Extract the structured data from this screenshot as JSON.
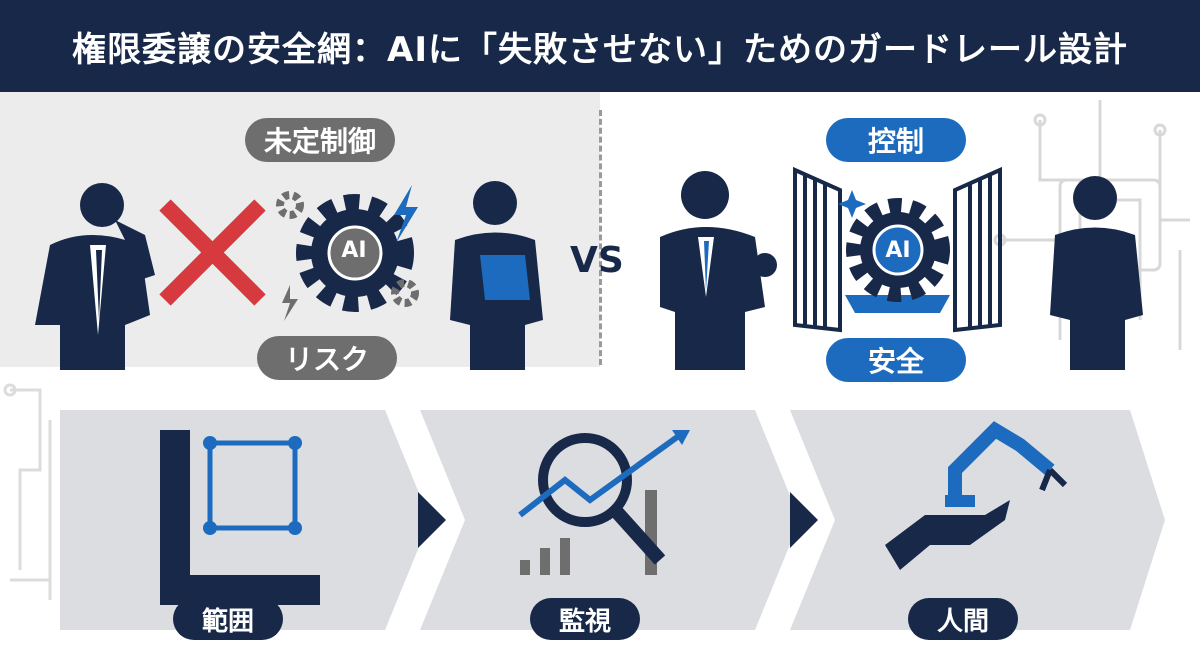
{
  "header": {
    "title": "権限委譲の安全網：AIに「失敗させない」ためのガードレール設計"
  },
  "comparison": {
    "left": {
      "top_label": "未定制御",
      "bottom_label": "リスク",
      "gear_label": "AI"
    },
    "vs_label": "VS",
    "right": {
      "top_label": "控制",
      "bottom_label": "安全",
      "gear_label": "AI"
    }
  },
  "steps": [
    {
      "label": "範囲"
    },
    {
      "label": "監視"
    },
    {
      "label": "人間"
    }
  ],
  "colors": {
    "navy": "#172848",
    "blue": "#1d6bbf",
    "red": "#d63a3f",
    "gray": "#6e6e6e"
  }
}
